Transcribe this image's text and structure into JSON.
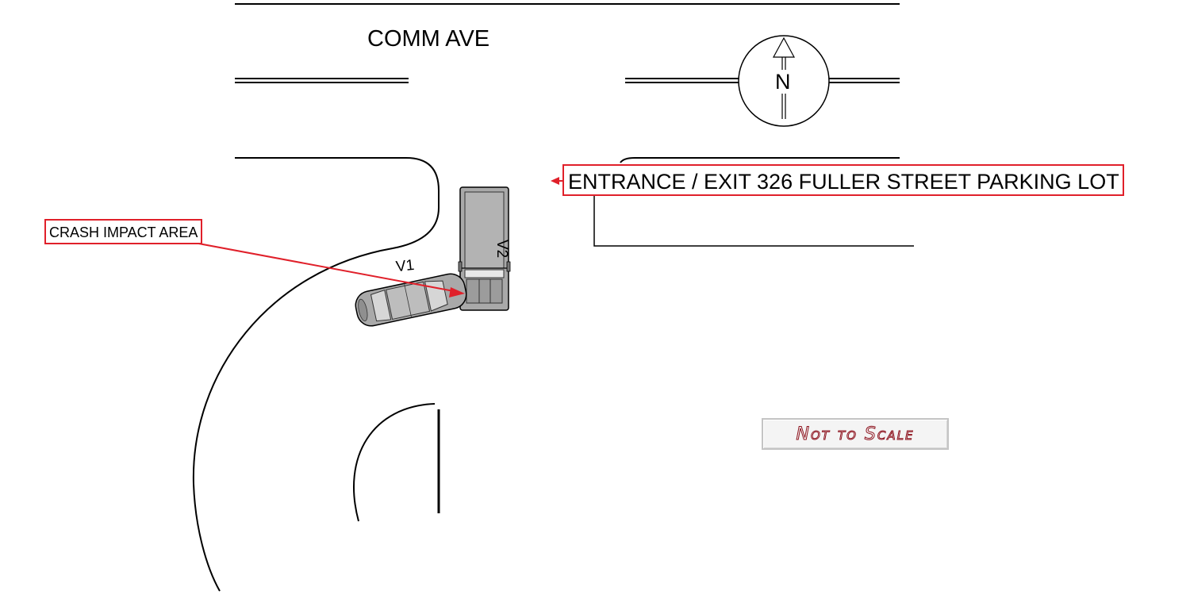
{
  "street": {
    "name": "COMM AVE"
  },
  "north_arrow": {
    "letter": "N"
  },
  "labels": {
    "entrance": "ENTRANCE / EXIT 326 FULLER STREET PARKING LOT",
    "crash": "CRASH IMPACT AREA"
  },
  "vehicles": [
    {
      "id": "V1",
      "label": "V1"
    },
    {
      "id": "V2",
      "label": "V2"
    }
  ],
  "scale_note": "Not to Scale",
  "colors": {
    "callout": "#e0202a",
    "vehicle_body": "#a9a9a9",
    "stamp_text": "#8e1520"
  }
}
